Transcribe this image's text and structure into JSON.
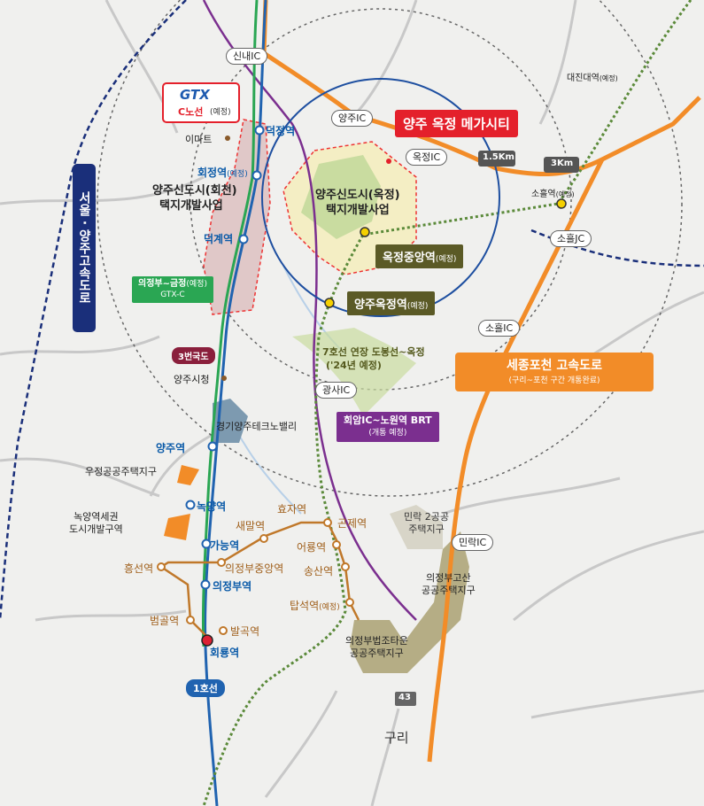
{
  "map": {
    "highlight": {
      "title": "양주 옥정 메가시티",
      "color": "#e4202b"
    },
    "gtx": {
      "logo": "GTX",
      "line": "C노선",
      "note": "(예정)"
    },
    "expressway_seoul": "서울 · 양주고속도로",
    "expressway_sejong": {
      "title": "세종포천 고속도로",
      "sub": "(구리~포천 구간 개통완료)",
      "color": "#f28c28"
    },
    "districts": {
      "hoecheon": [
        "양주신도시(회천)",
        "택지개발사업"
      ],
      "okjeong": [
        "양주신도시(옥정)",
        "택지개발사업"
      ],
      "minrak": [
        "민락 2공공",
        "주택지구"
      ],
      "gosan": [
        "의정부고산",
        "공공주택지구"
      ],
      "bupjo": [
        "의정부법조타운",
        "공공주택지구"
      ],
      "ujeong": "우정공공주택지구",
      "noksang": [
        "녹양역세권",
        "도시개발구역"
      ],
      "techno": "경기양주테크노밸리"
    },
    "station_tags": {
      "okjeong_central": {
        "name": "옥정중앙역",
        "note": "(예정)"
      },
      "yangju_okjeong": {
        "name": "양주옥정역",
        "note": "(예정)"
      },
      "uijeongbu_geumjeong": {
        "name": "의정부~금정",
        "note": "(예정)",
        "sub": "GTX-C"
      },
      "route3": "3번국도",
      "line1": "1호선",
      "brt": {
        "name": "회암IC~노원역 BRT",
        "sub": "(개통 예정)"
      }
    },
    "line7_note": [
      "7호선 연장 도봉선~옥정",
      "('24년 예정)"
    ],
    "distance": {
      "ring1": "1.5Km",
      "ring2": "3Km"
    },
    "interchanges": {
      "sinnae": "신내IC",
      "yangju": "양주IC",
      "okjeong": "옥정IC",
      "soheul": "소흘IC",
      "soheul_jc": "소흘JC",
      "gwangsa": "광사IC",
      "minrak": "민락IC",
      "road43": "43"
    },
    "stations": {
      "deokjeong": "덕정역",
      "hoejeong": "회정역",
      "hoejeong_note": "(예정)",
      "deokgye": "덕계역",
      "yangju": "양주역",
      "nokyang": "녹양역",
      "ganeung": "가능역",
      "uijeongbu": "의정부역",
      "hoeryong": "회룡역",
      "soheul": "소흘역",
      "soheul_note": "(예정)",
      "daejin": "대진대역",
      "daejin_note": "(예정)"
    },
    "lrt_stations": {
      "hyoja": "효자역",
      "saemal": "새말역",
      "gonje": "곤제역",
      "eoryong": "어룡역",
      "songsan": "송산역",
      "tapseok": "탑석역",
      "tapseok_note": "(예정)",
      "heungseon": "흥선역",
      "uijeongbu_central": "의정부중앙역",
      "beomgol": "범골역",
      "balgok": "발곡역"
    },
    "places": {
      "emart": "이마트",
      "cityhall": "양주시청",
      "guri": "구리"
    },
    "colors": {
      "gtx_green": "#2aa653",
      "line1_blue": "#2063b0",
      "line7_olive": "#5b6b2a",
      "brt_purple": "#7b2f8f",
      "lrt_brown": "#c0782a",
      "route3_maroon": "#8a1f3c"
    }
  }
}
